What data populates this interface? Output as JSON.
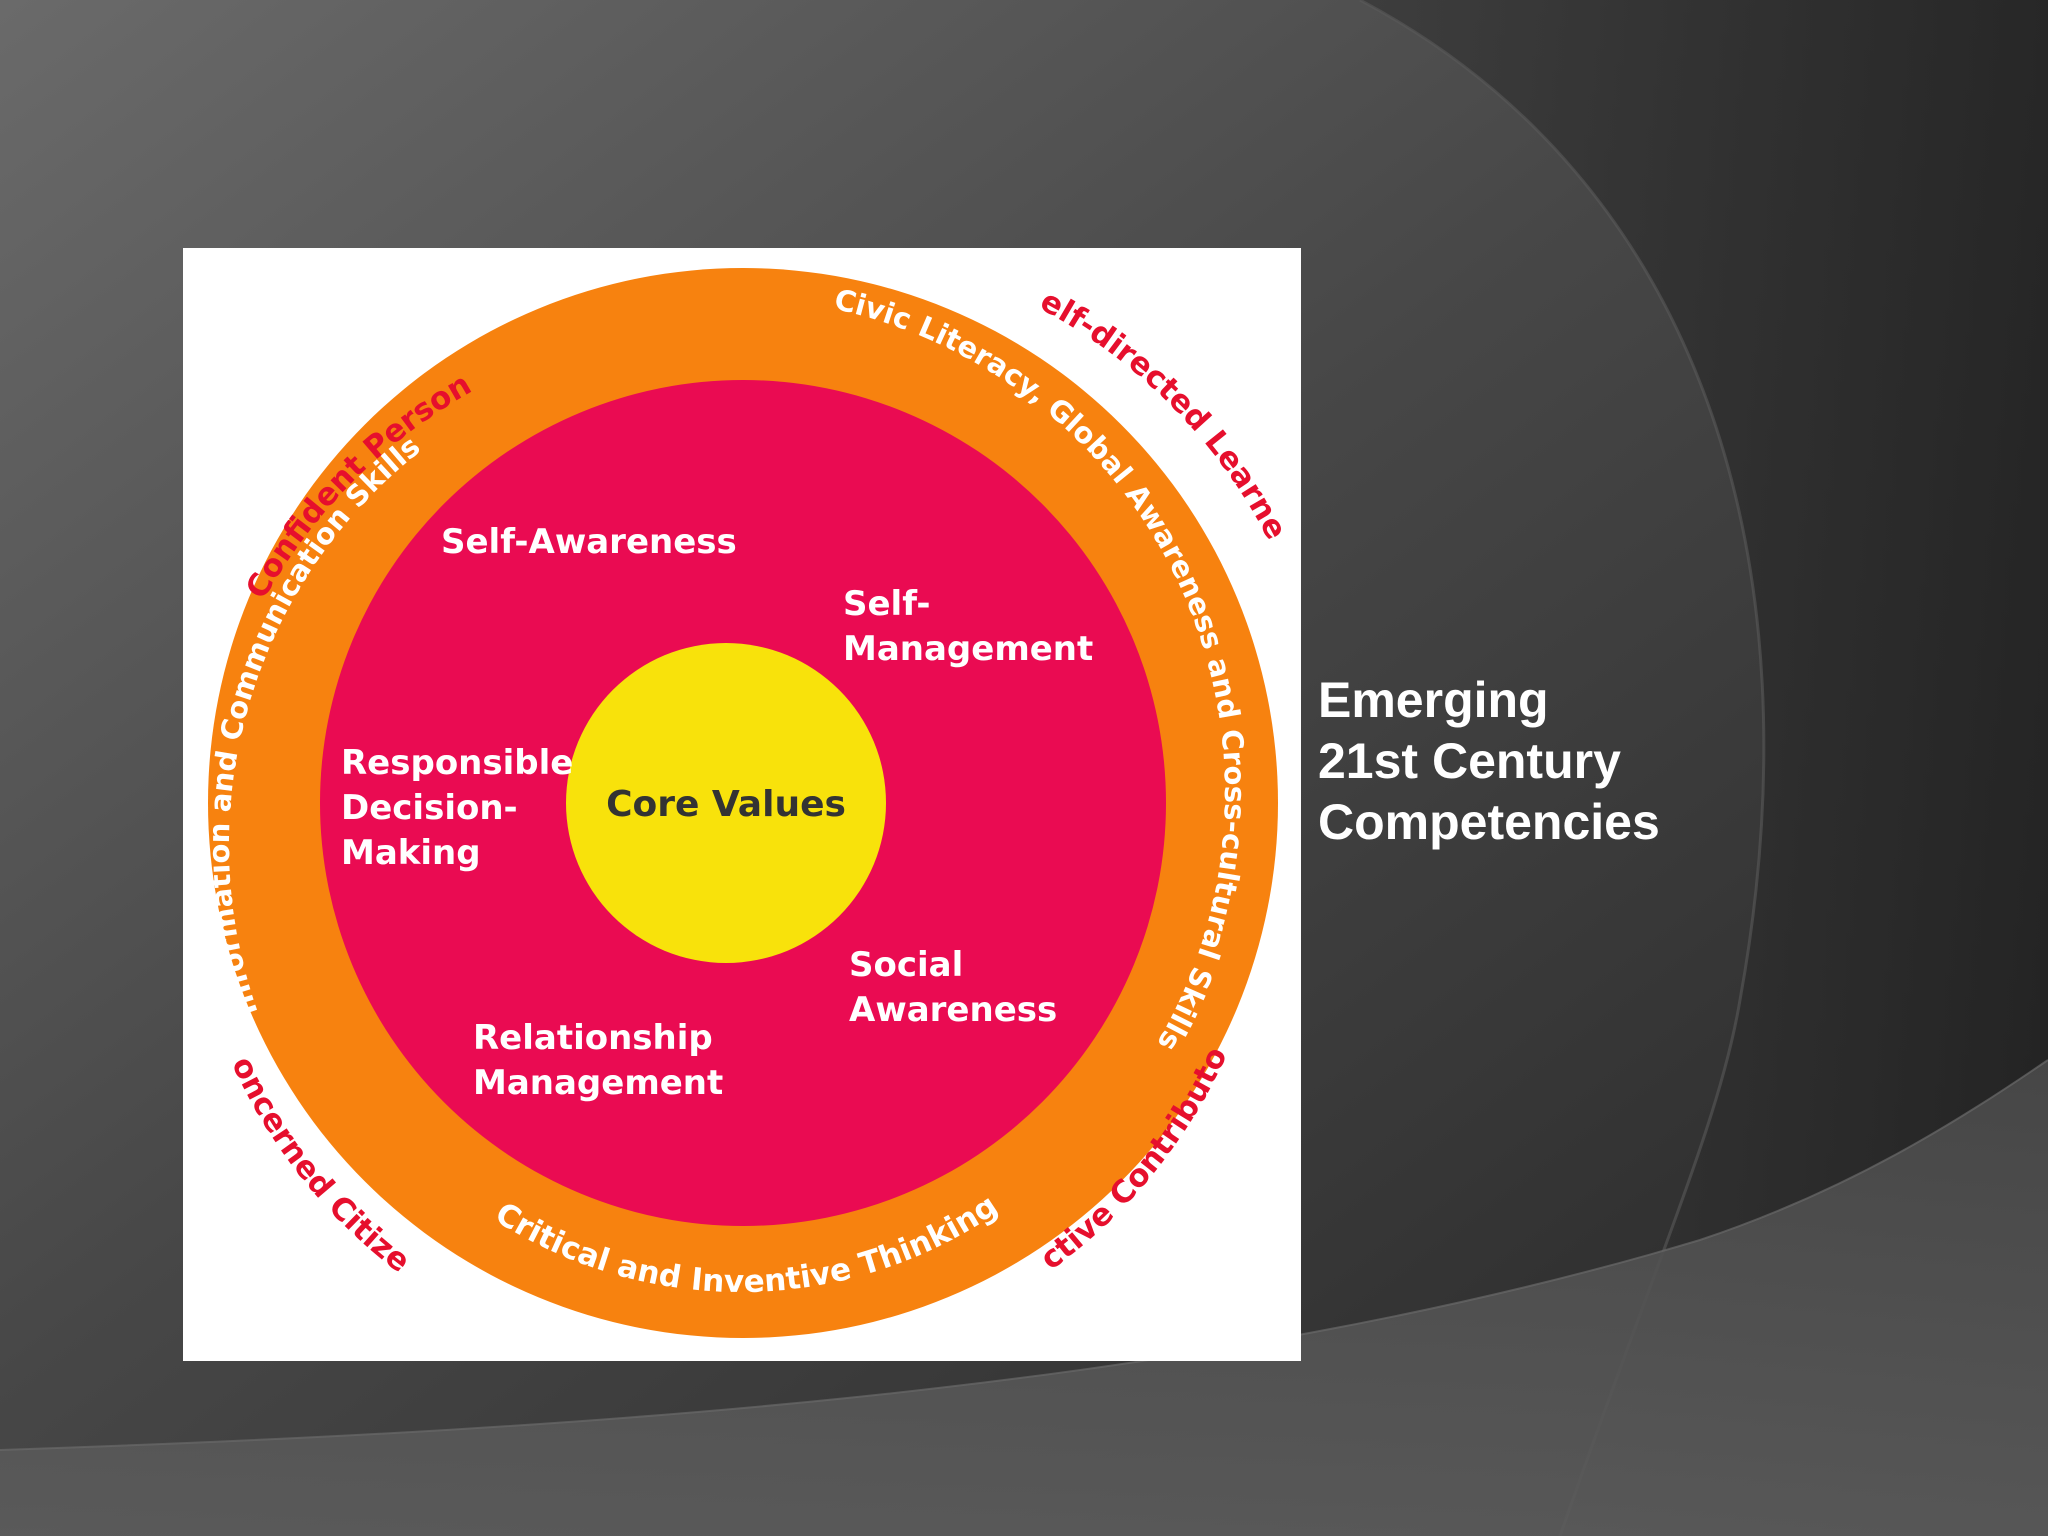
{
  "slide": {
    "title_lines": [
      "Emerging",
      "21st Century",
      "Competencies"
    ]
  },
  "diagram": {
    "colors": {
      "outer_ring": "#f7820f",
      "middle_ring": "#ea0b52",
      "core": "#f8e20b",
      "outer_text": "#e60f2d",
      "inner_text": "#ffffff",
      "core_text": "#333333"
    },
    "core": "Core Values",
    "social_emotional_competencies": {
      "self_awareness": "Self-Awareness",
      "self_management": [
        "Self-",
        "Management"
      ],
      "social_awareness": [
        "Social",
        "Awareness"
      ],
      "relationship_management": [
        "Relationship",
        "Management"
      ],
      "responsible_decision_making": [
        "Responsible",
        "Decision-",
        "Making"
      ]
    },
    "emerging_competencies": {
      "information_communication": "Information and Communication Skills",
      "civic_global_crosscultural": "Civic Literacy, Global Awareness and Cross-cultural Skills",
      "critical_inventive": "Critical and Inventive Thinking"
    },
    "desired_outcomes": {
      "confident_person": "Confident Person",
      "self_directed_learner": "Self-directed Learner",
      "concerned_citizen": "Concerned Citizen",
      "active_contributor": "Active Contributor"
    }
  }
}
